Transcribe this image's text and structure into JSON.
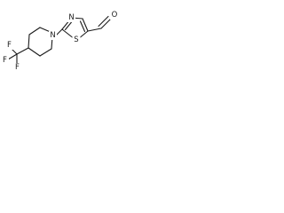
{
  "structure": {
    "atoms": {
      "ring_nitrogen": "N",
      "piperidine_nitrogen": "N",
      "sulfur": "S",
      "aldehyde_oxygen": "O",
      "fluorine_top": "F",
      "fluorine_left": "F",
      "fluorine_bottom": "F"
    },
    "colors": {
      "bond": "#1a1a1a",
      "label": "#1a1a1a",
      "background": "#ffffff"
    }
  }
}
